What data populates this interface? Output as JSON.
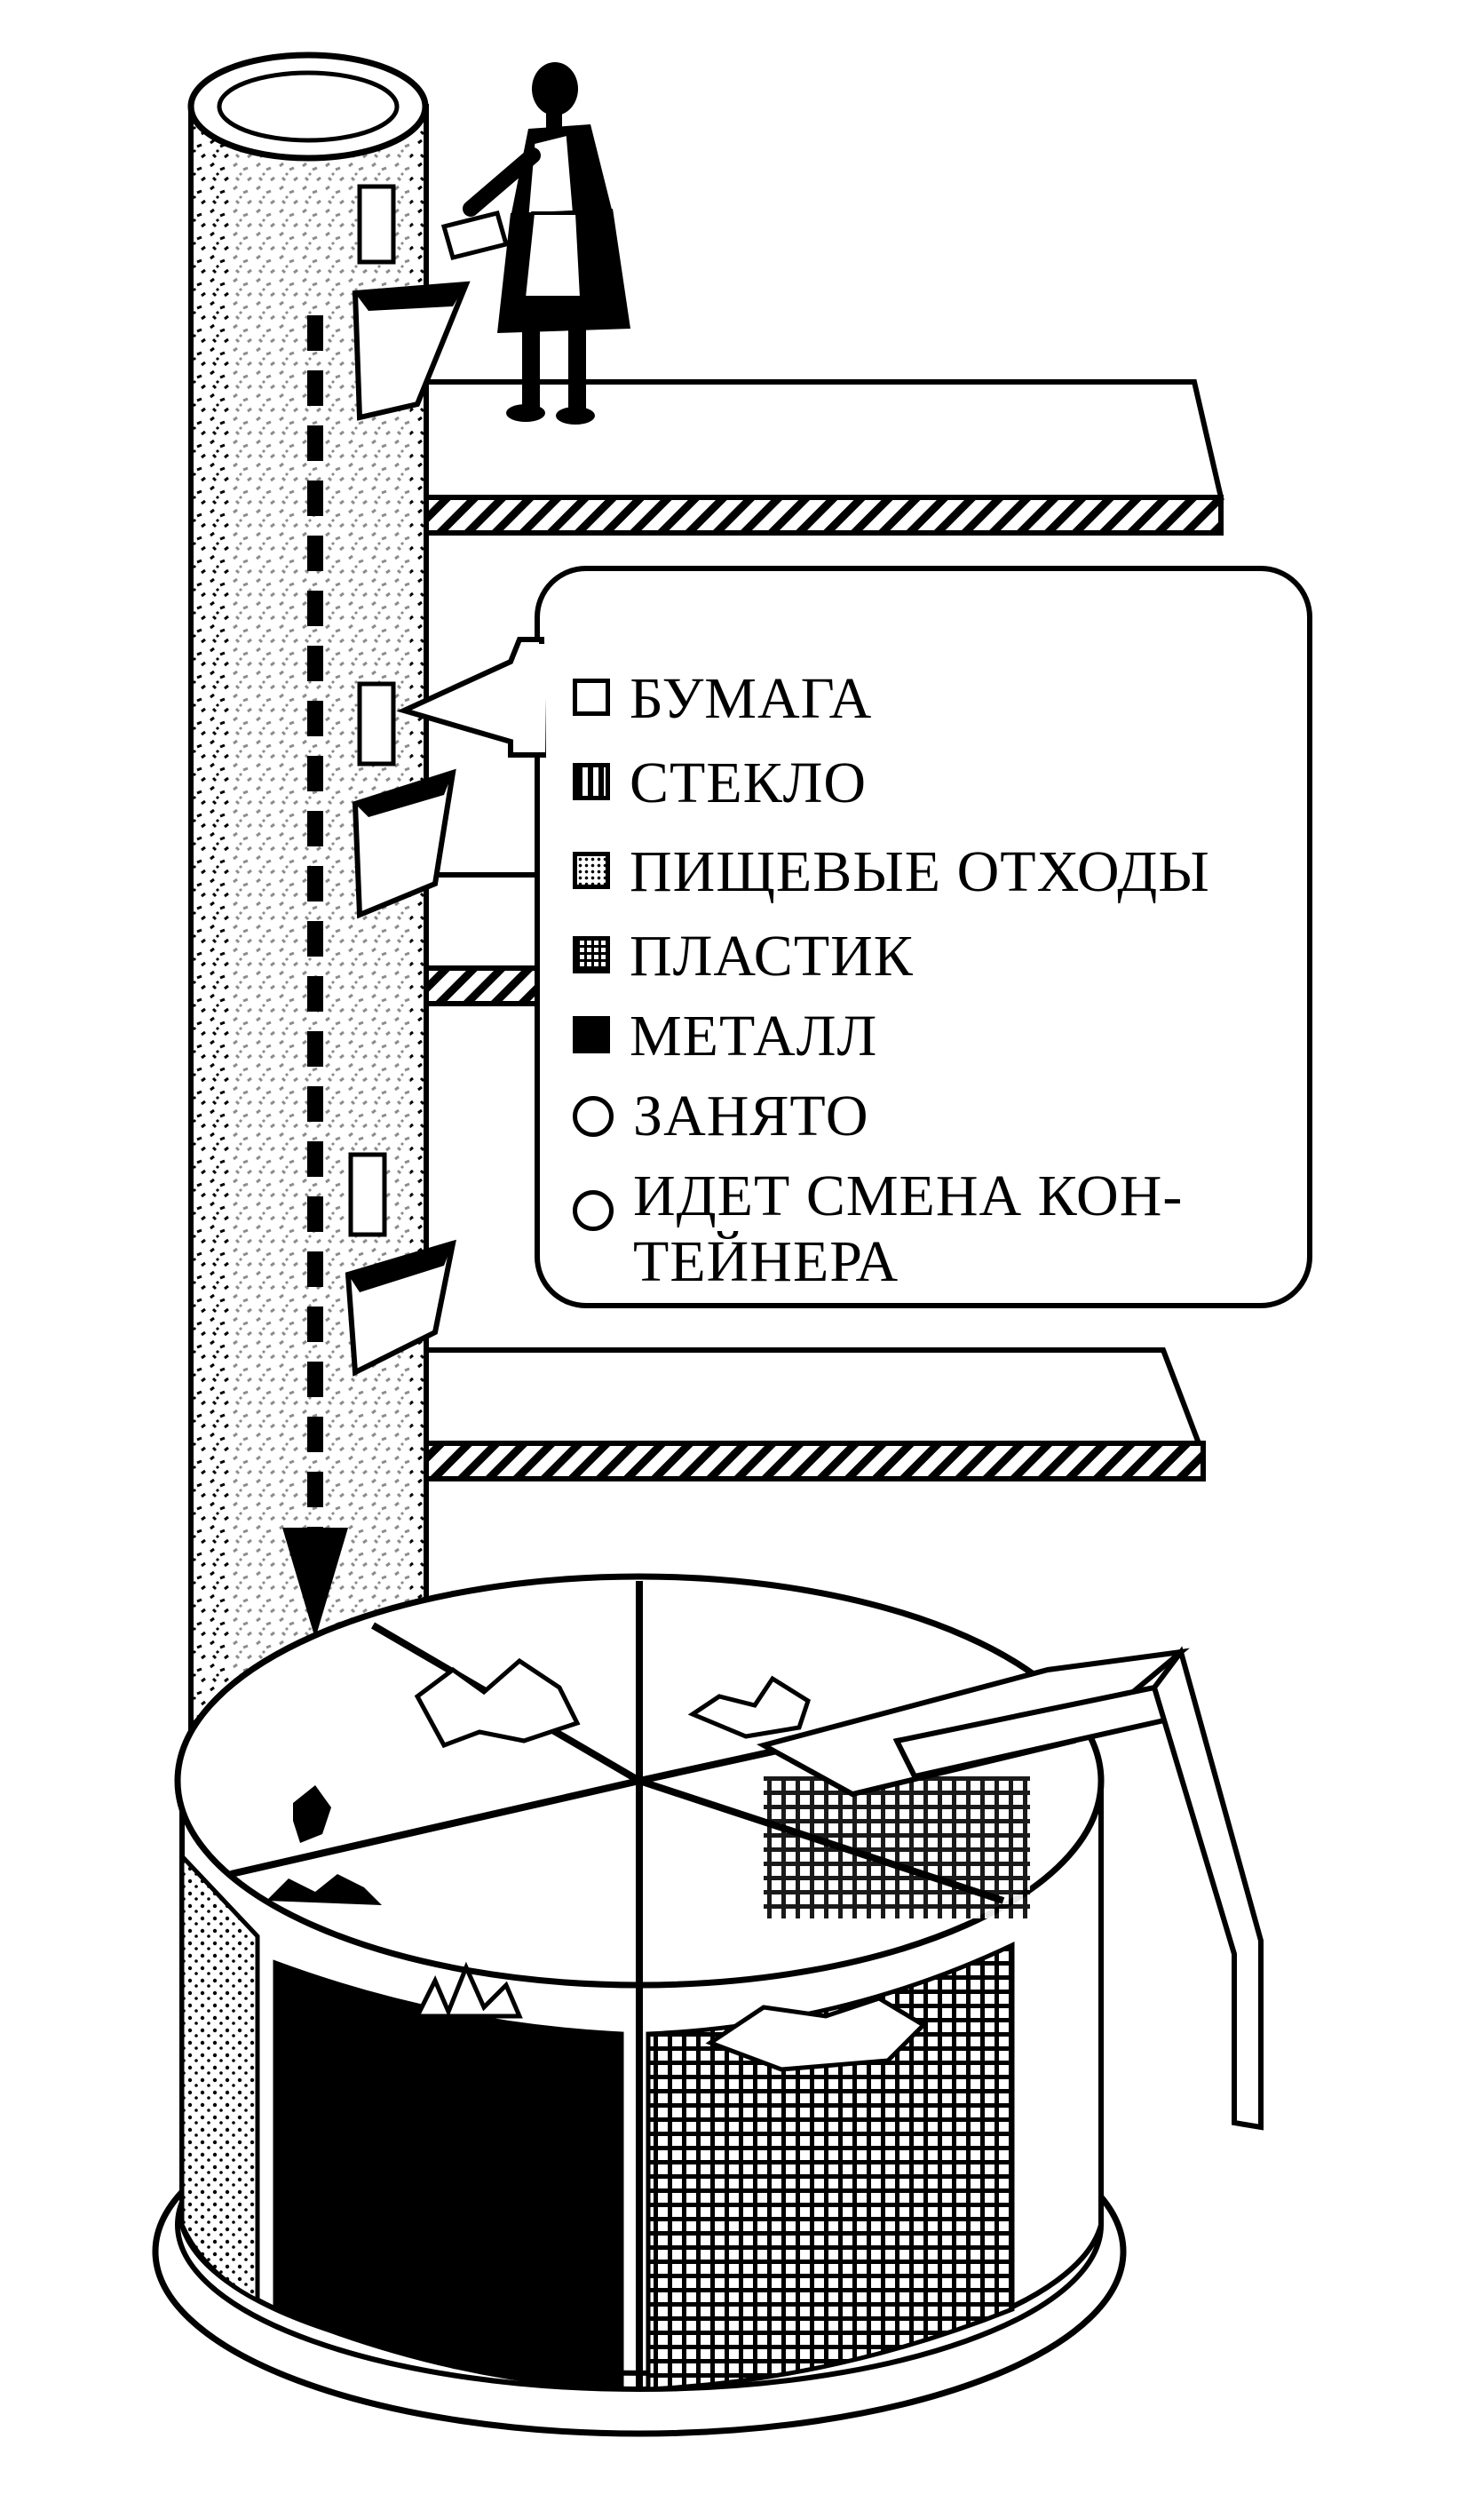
{
  "legend": {
    "items": [
      {
        "key": "paper",
        "label": "БУМАГА",
        "pattern": "blank"
      },
      {
        "key": "glass",
        "label": "СТЕКЛО",
        "pattern": "vertical-stripes"
      },
      {
        "key": "food",
        "label": "ПИЩЕВЫЕ ОТХОДЫ",
        "pattern": "dots"
      },
      {
        "key": "plastic",
        "label": "ПЛАСТИК",
        "pattern": "grid"
      },
      {
        "key": "metal",
        "label": "МЕТАЛЛ",
        "pattern": "solid"
      },
      {
        "key": "busy",
        "label": "ЗАНЯТО",
        "pattern": "circle"
      },
      {
        "key": "change",
        "label": "ИДЕТ СМЕНА КОН-\nТЕЙНЕРА",
        "pattern": "circle"
      }
    ]
  },
  "colors": {
    "ink": "#000000",
    "paper": "#ffffff"
  }
}
